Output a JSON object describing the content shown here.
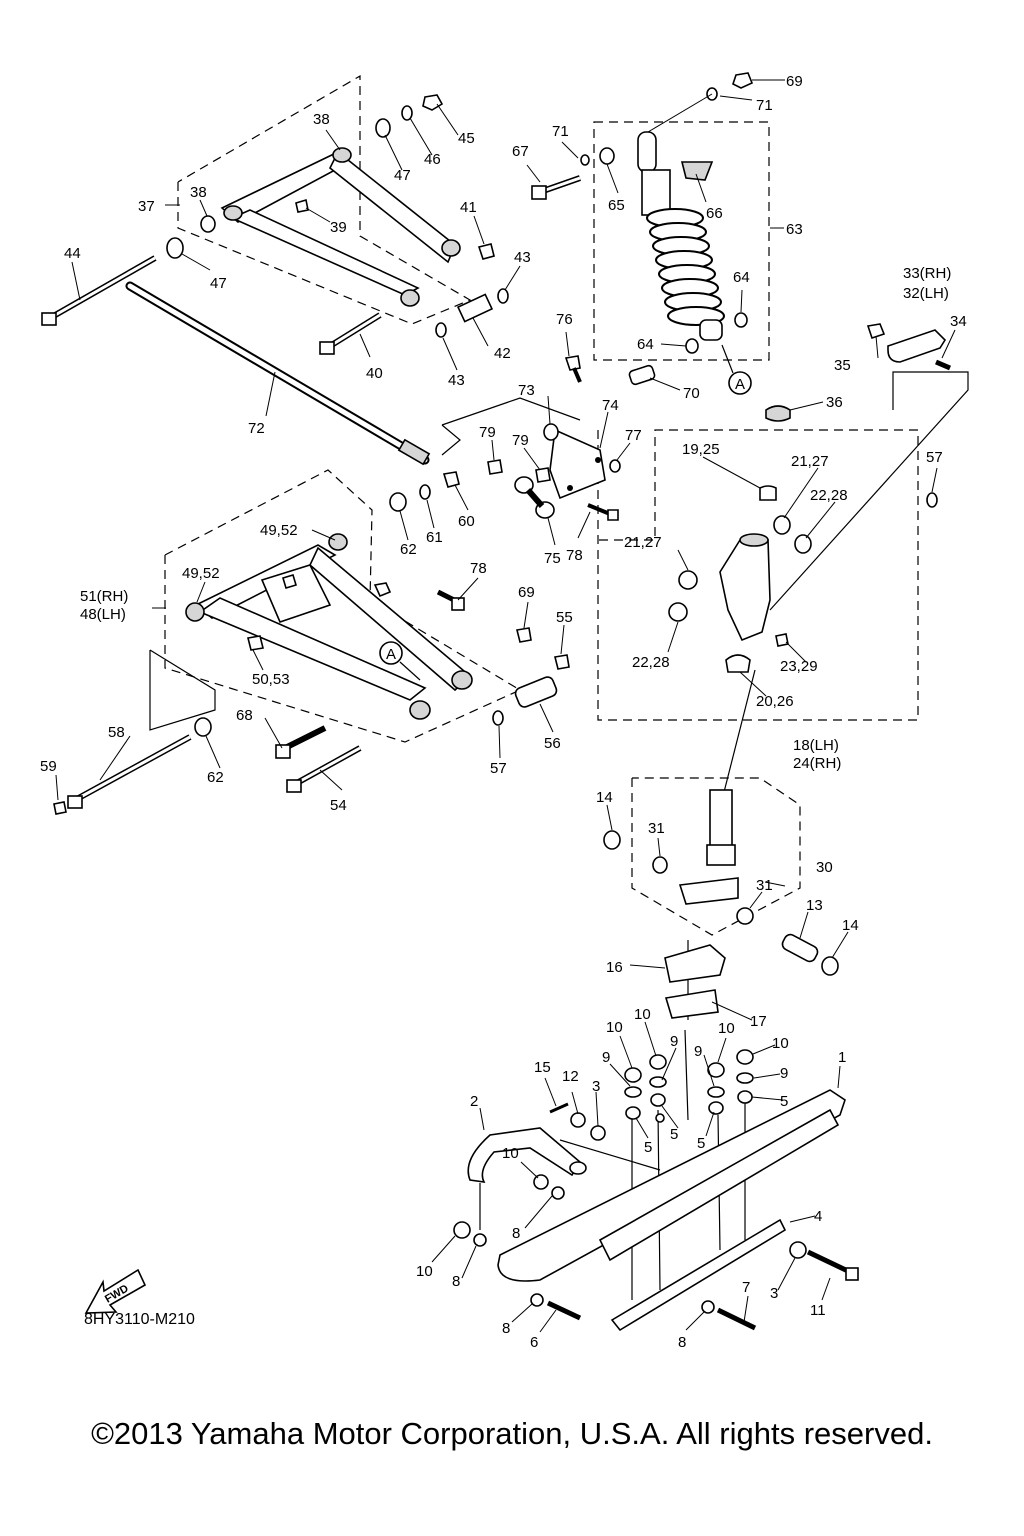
{
  "diagram_code": "8HY3110-M210",
  "copyright": "©2013 Yamaha Motor Corporation, U.S.A. All rights reserved.",
  "fwd_label": "FWD",
  "ref_marker": "A",
  "callouts": {
    "c1": "1",
    "c2": "2",
    "c3a": "3",
    "c3b": "3",
    "c4": "4",
    "c5a": "5",
    "c5b": "5",
    "c5c": "5",
    "c5d": "5",
    "c6": "6",
    "c7": "7",
    "c8a": "8",
    "c8b": "8",
    "c8c": "8",
    "c8d": "8",
    "c9a": "9",
    "c9b": "9",
    "c9c": "9",
    "c9d": "9",
    "c10a": "10",
    "c10b": "10",
    "c10c": "10",
    "c10d": "10",
    "c10e": "10",
    "c10f": "10",
    "c11": "11",
    "c12": "12",
    "c13": "13",
    "c14a": "14",
    "c14b": "14",
    "c15": "15",
    "c16": "16",
    "c17": "17",
    "c18_24a": "18(LH)",
    "c18_24b": "24(RH)",
    "c19_25": "19,25",
    "c20_26": "20,26",
    "c21_27a": "21,27",
    "c21_27b": "21,27",
    "c22_28a": "22,28",
    "c22_28b": "22,28",
    "c23_29": "23,29",
    "c30": "30",
    "c31a": "31",
    "c31b": "31",
    "c33_32a": "33(RH)",
    "c33_32b": "32(LH)",
    "c34": "34",
    "c35": "35",
    "c36": "36",
    "c37": "37",
    "c38a": "38",
    "c38b": "38",
    "c39": "39",
    "c40": "40",
    "c41": "41",
    "c42": "42",
    "c43a": "43",
    "c43b": "43",
    "c44": "44",
    "c45": "45",
    "c46": "46",
    "c47a": "47",
    "c47b": "47",
    "c51_48a": "51(RH)",
    "c51_48b": "48(LH)",
    "c49_52a": "49,52",
    "c49_52b": "49,52",
    "c50_53": "50,53",
    "c54": "54",
    "c55": "55",
    "c56": "56",
    "c57a": "57",
    "c57b": "57",
    "c58": "58",
    "c59": "59",
    "c60": "60",
    "c61": "61",
    "c62a": "62",
    "c62b": "62",
    "c63": "63",
    "c64a": "64",
    "c64b": "64",
    "c65": "65",
    "c66": "66",
    "c67": "67",
    "c68": "68",
    "c69a": "69",
    "c69b": "69",
    "c70": "70",
    "c71a": "71",
    "c71b": "71",
    "c72": "72",
    "c73": "73",
    "c74": "74",
    "c75": "75",
    "c76": "76",
    "c77": "77",
    "c78a": "78",
    "c78b": "78",
    "c79a": "79",
    "c79b": "79"
  }
}
